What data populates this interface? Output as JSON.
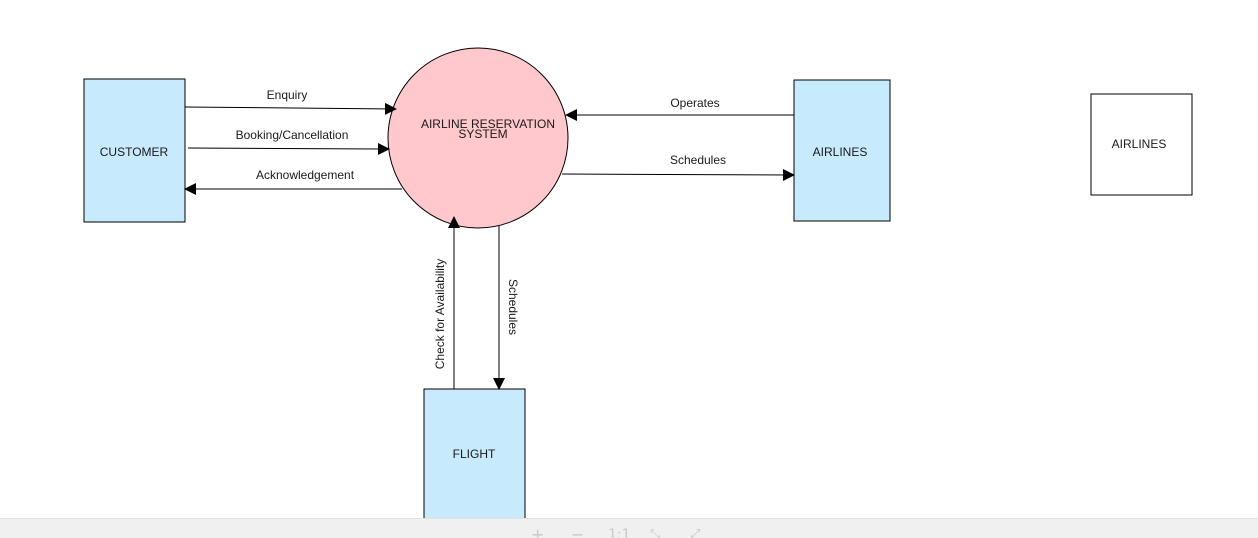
{
  "colors": {
    "entity_fill": "#c7eafc",
    "process_fill": "#ffc8cc",
    "stroke": "#000000",
    "toolbar_bg": "#f0f0f0"
  },
  "nodes": {
    "customer": "CUSTOMER",
    "process_line1": "AIRLINE RESERVATION",
    "process_line2": "SYSTEM",
    "airlines": "AIRLINES",
    "flight": "FLIGHT",
    "airlines_legend": "AIRLINES"
  },
  "edges": {
    "enquiry": "Enquiry",
    "booking": "Booking/Cancellation",
    "acknowledgement": "Acknowledgement",
    "operates": "Operates",
    "schedules_airlines": "Schedules",
    "check_availability": "Check for Availability",
    "schedules_flight": "Schedules"
  },
  "toolbar": {
    "zoom_in_icon": "zoom-in-icon",
    "zoom_out_icon": "zoom-out-icon",
    "actual_size_label": "1:1",
    "fit_icon": "fit-icon",
    "fullscreen_icon": "fullscreen-icon"
  }
}
